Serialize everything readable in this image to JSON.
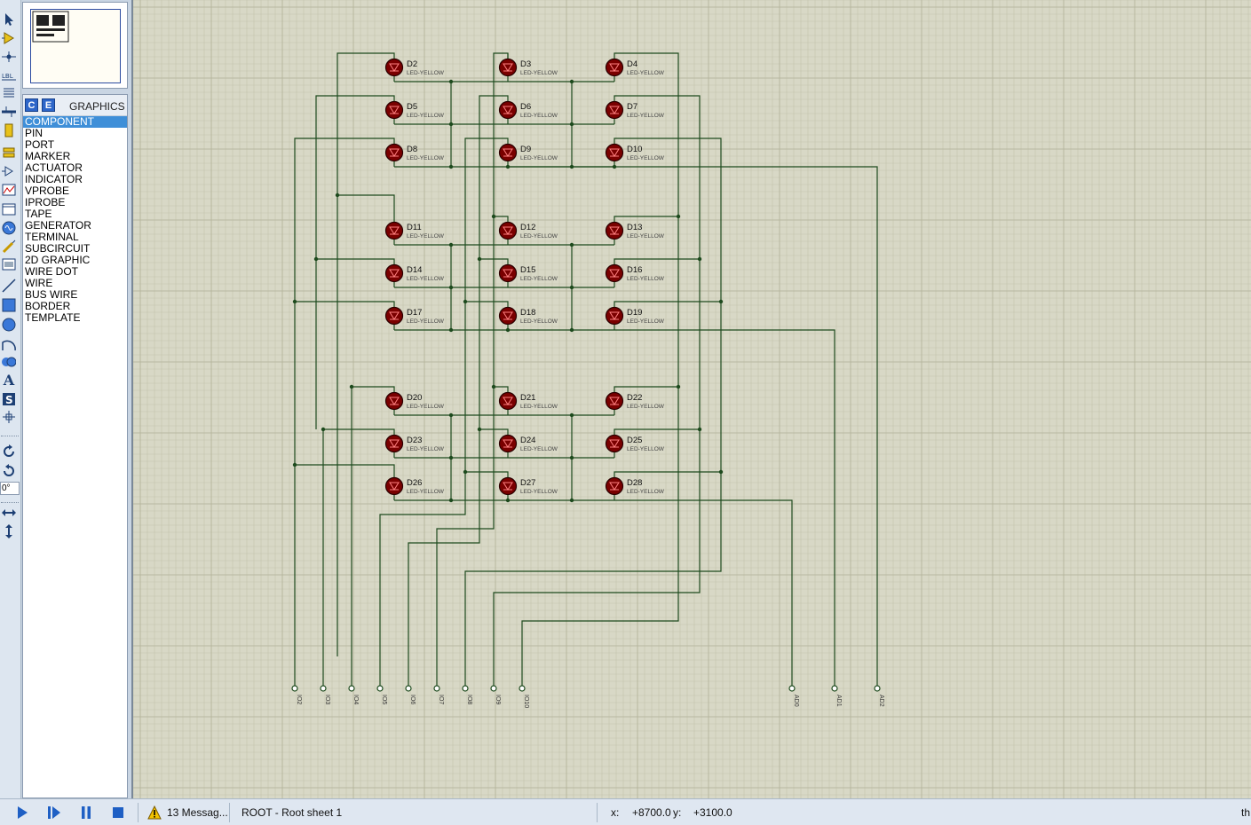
{
  "panel": {
    "btn_c": "C",
    "btn_e": "E",
    "title": "GRAPHICS",
    "modes": [
      "COMPONENT",
      "PIN",
      "PORT",
      "MARKER",
      "ACTUATOR",
      "INDICATOR",
      "VPROBE",
      "IPROBE",
      "TAPE",
      "GENERATOR",
      "TERMINAL",
      "SUBCIRCUIT",
      "2D GRAPHIC",
      "WIRE DOT",
      "WIRE",
      "BUS WIRE",
      "BORDER",
      "TEMPLATE"
    ],
    "selected_index": 0
  },
  "toolbar": {
    "angle_value": "0°",
    "tool_icons": [
      "selection-arrow-icon",
      "component-icon",
      "junction-dot-icon",
      "wire-label-icon",
      "text-script-icon",
      "bus-icon",
      "subcircuit-icon",
      "terminal-icon",
      "device-pin-icon",
      "graph-icon",
      "tape-recorder-icon",
      "generator-icon",
      "voltage-probe-icon",
      "current-probe-icon",
      "virtual-instrument-icon",
      "line-icon",
      "box-icon",
      "circle-icon",
      "arc-icon",
      "closed-path-icon",
      "text-icon",
      "symbol-icon",
      "marker-icon",
      "rotate-clockwise-icon",
      "rotate-anticlockwise-icon",
      "flip-horizontal-icon",
      "flip-vertical-icon"
    ]
  },
  "status": {
    "messages": "13 Messag...",
    "sheet": "ROOT - Root sheet 1",
    "x_label": "x:",
    "x_value": "+8700.0",
    "y_label": "y:",
    "y_value": "+3100.0",
    "trailing": "th"
  },
  "schematic": {
    "led_type": "LED-YELLOW",
    "led_rows": [
      [
        "D2",
        "D3",
        "D4"
      ],
      [
        "D5",
        "D6",
        "D7"
      ],
      [
        "D8",
        "D9",
        "D10"
      ],
      [
        "D11",
        "D12",
        "D13"
      ],
      [
        "D14",
        "D15",
        "D16"
      ],
      [
        "D17",
        "D18",
        "D19"
      ],
      [
        "D20",
        "D21",
        "D22"
      ],
      [
        "D23",
        "D24",
        "D25"
      ],
      [
        "D26",
        "D27",
        "D28"
      ]
    ],
    "terminals": [
      "IO2",
      "IO3",
      "IO4",
      "IO5",
      "IO6",
      "IO7",
      "IO8",
      "IO9",
      "IO10",
      "AD0",
      "AD1",
      "AD2"
    ]
  },
  "colors": {
    "canvas_bg": "#d8d8c6",
    "grid": "#c3c3ae",
    "wire": "#1d4a1d",
    "led_body": "#7a0000",
    "selected": "#3f8fd8"
  }
}
